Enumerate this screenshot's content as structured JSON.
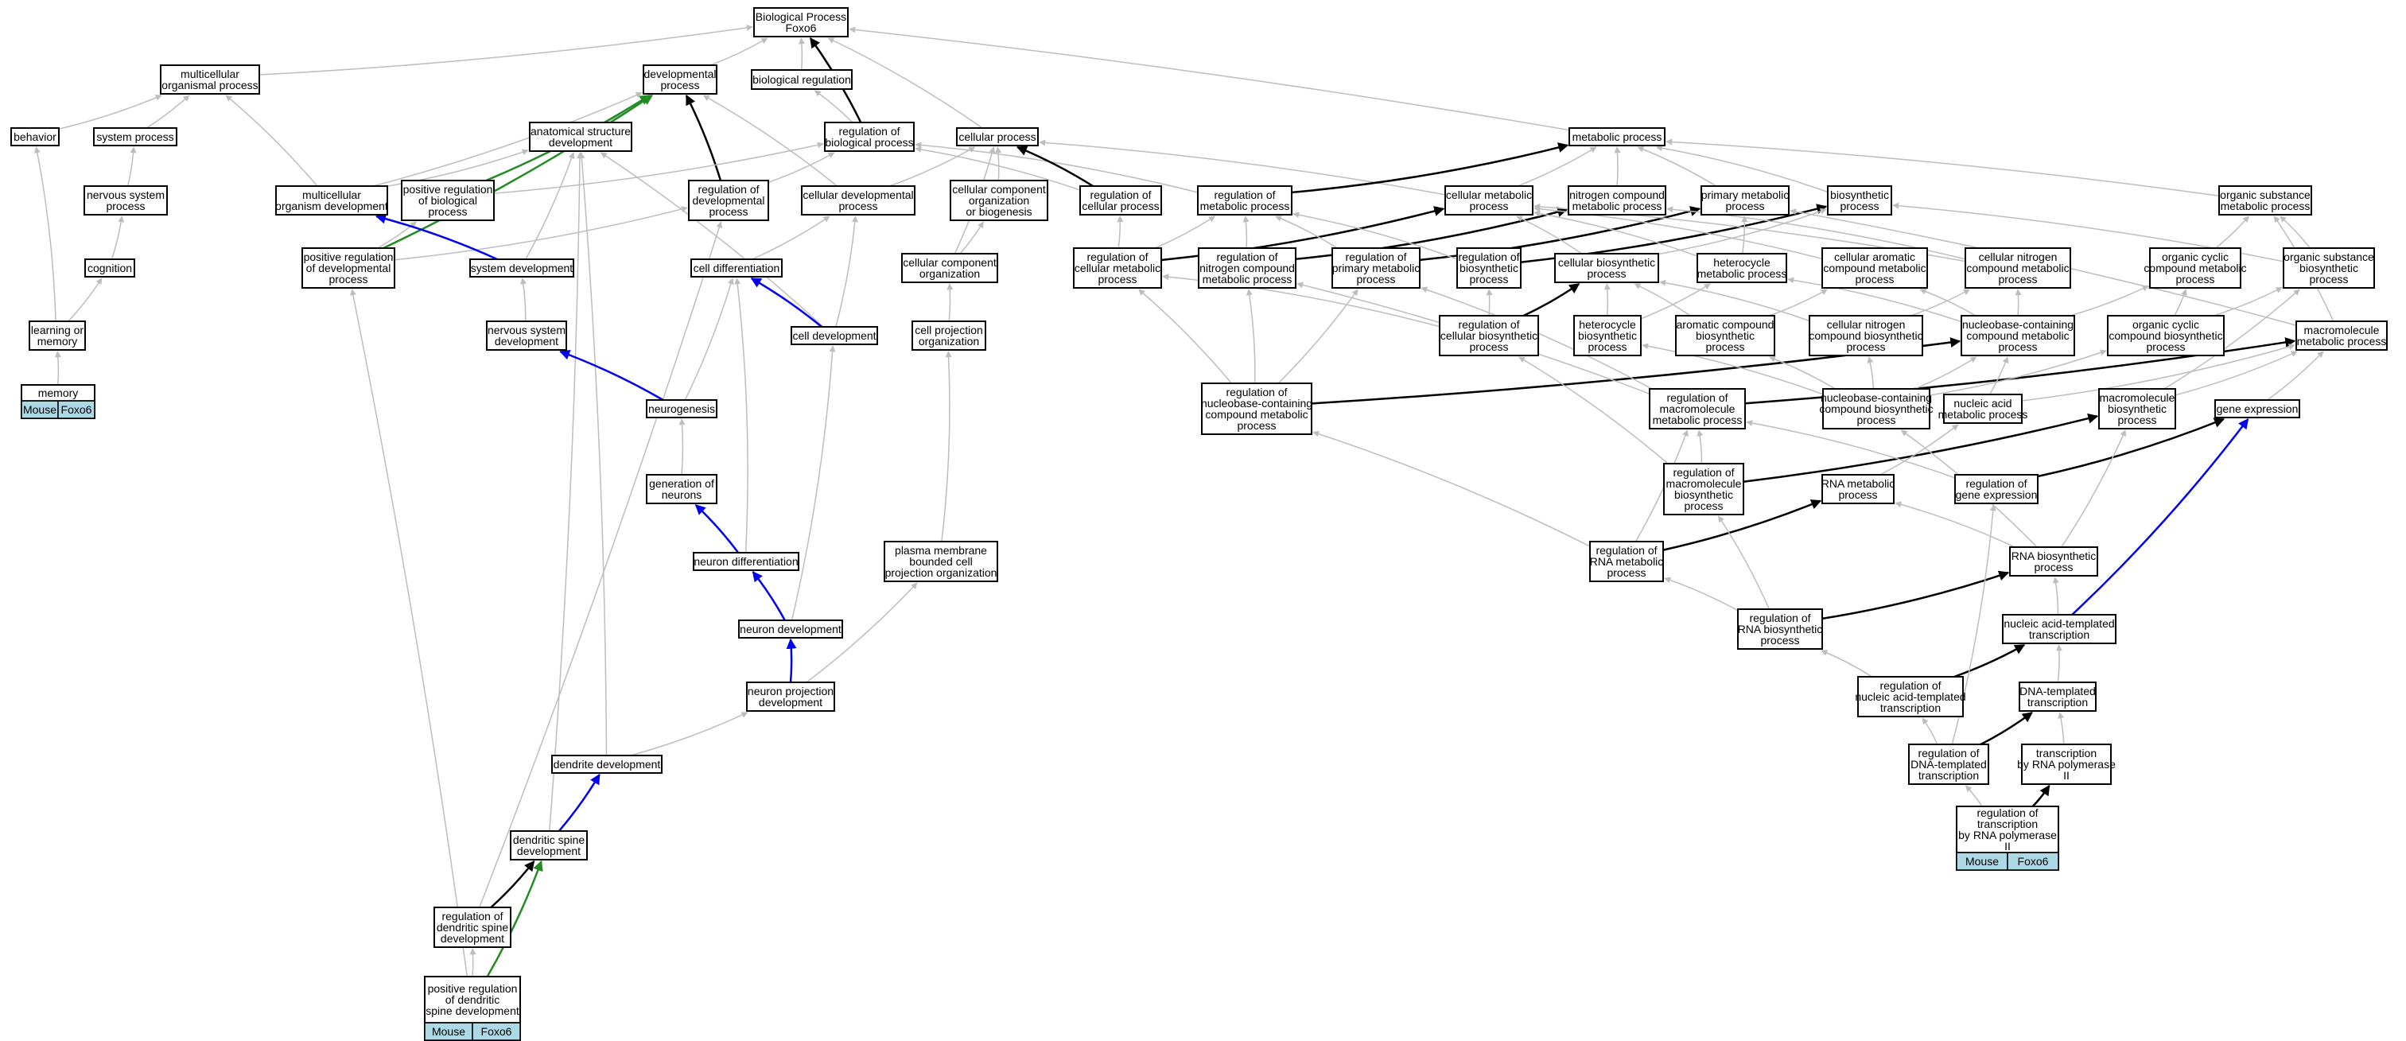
{
  "graph": {
    "colors": {
      "is_a": "#bdbdbd",
      "regulates": "#000000",
      "part_of": "#0000ee",
      "positively_regulates": "#228b22",
      "species_tag": "#add8e6"
    },
    "nodes": [
      {
        "id": "bp",
        "lines": [
          "Biological Process",
          "Foxo6"
        ]
      },
      {
        "id": "mop",
        "lines": [
          "multicellular",
          "organismal process"
        ]
      },
      {
        "id": "dev",
        "lines": [
          "developmental",
          "process"
        ]
      },
      {
        "id": "breg",
        "lines": [
          "biological regulation"
        ]
      },
      {
        "id": "beh",
        "lines": [
          "behavior"
        ]
      },
      {
        "id": "sysp",
        "lines": [
          "system process"
        ]
      },
      {
        "id": "asd",
        "lines": [
          "anatomical structure",
          "development"
        ]
      },
      {
        "id": "regbp",
        "lines": [
          "regulation of",
          "biological process"
        ]
      },
      {
        "id": "cp",
        "lines": [
          "cellular process"
        ]
      },
      {
        "id": "metp",
        "lines": [
          "metabolic process"
        ]
      },
      {
        "id": "nsp",
        "lines": [
          "nervous system",
          "process"
        ]
      },
      {
        "id": "mod",
        "lines": [
          "multicellular",
          "organism development"
        ]
      },
      {
        "id": "prbp",
        "lines": [
          "positive regulation",
          "of biological",
          "process"
        ]
      },
      {
        "id": "regdev",
        "lines": [
          "regulation of",
          "developmental",
          "process"
        ]
      },
      {
        "id": "cdp",
        "lines": [
          "cellular developmental",
          "process"
        ]
      },
      {
        "id": "ccob",
        "lines": [
          "cellular component",
          "organization",
          "or biogenesis"
        ]
      },
      {
        "id": "regcp",
        "lines": [
          "regulation of",
          "cellular process"
        ]
      },
      {
        "id": "regmet",
        "lines": [
          "regulation of",
          "metabolic process"
        ]
      },
      {
        "id": "cmp",
        "lines": [
          "cellular metabolic",
          "process"
        ]
      },
      {
        "id": "ncmp",
        "lines": [
          "nitrogen compound",
          "metabolic process"
        ]
      },
      {
        "id": "pmp",
        "lines": [
          "primary metabolic",
          "process"
        ]
      },
      {
        "id": "biop",
        "lines": [
          "biosynthetic",
          "process"
        ]
      },
      {
        "id": "osmp",
        "lines": [
          "organic substance",
          "metabolic process"
        ]
      },
      {
        "id": "cog",
        "lines": [
          "cognition"
        ]
      },
      {
        "id": "prdp",
        "lines": [
          "positive regulation",
          "of developmental",
          "process"
        ]
      },
      {
        "id": "sysdev",
        "lines": [
          "system development"
        ]
      },
      {
        "id": "celldiff",
        "lines": [
          "cell differentiation"
        ]
      },
      {
        "id": "cco",
        "lines": [
          "cellular component",
          "organization"
        ]
      },
      {
        "id": "regcmp",
        "lines": [
          "regulation of",
          "cellular metabolic",
          "process"
        ]
      },
      {
        "id": "regncmp",
        "lines": [
          "regulation of",
          "nitrogen compound",
          "metabolic process"
        ]
      },
      {
        "id": "regpmp",
        "lines": [
          "regulation of",
          "primary metabolic",
          "process"
        ]
      },
      {
        "id": "regbiop",
        "lines": [
          "regulation of",
          "biosynthetic",
          "process"
        ]
      },
      {
        "id": "cbp",
        "lines": [
          "cellular biosynthetic",
          "process"
        ]
      },
      {
        "id": "hmp",
        "lines": [
          "heterocycle",
          "metabolic process"
        ]
      },
      {
        "id": "cacmp",
        "lines": [
          "cellular aromatic",
          "compound metabolic",
          "process"
        ]
      },
      {
        "id": "cncmp",
        "lines": [
          "cellular nitrogen",
          "compound metabolic",
          "process"
        ]
      },
      {
        "id": "occmp",
        "lines": [
          "organic cyclic",
          "compound metabolic",
          "process"
        ]
      },
      {
        "id": "osbp",
        "lines": [
          "organic substance",
          "biosynthetic",
          "process"
        ]
      },
      {
        "id": "lm",
        "lines": [
          "learning or",
          "memory"
        ]
      },
      {
        "id": "nsd",
        "lines": [
          "nervous system",
          "development"
        ]
      },
      {
        "id": "celldev",
        "lines": [
          "cell development"
        ]
      },
      {
        "id": "cpo",
        "lines": [
          "cell projection",
          "organization"
        ]
      },
      {
        "id": "regcbp",
        "lines": [
          "regulation of",
          "cellular biosynthetic",
          "process"
        ]
      },
      {
        "id": "hbp",
        "lines": [
          "heterocycle",
          "biosynthetic",
          "process"
        ]
      },
      {
        "id": "acbp",
        "lines": [
          "aromatic compound",
          "biosynthetic",
          "process"
        ]
      },
      {
        "id": "cncbp",
        "lines": [
          "cellular nitrogen",
          "compound biosynthetic",
          "process"
        ]
      },
      {
        "id": "nbcmp",
        "lines": [
          "nucleobase-containing",
          "compound metabolic",
          "process"
        ]
      },
      {
        "id": "occbp",
        "lines": [
          "organic cyclic",
          "compound biosynthetic",
          "process"
        ]
      },
      {
        "id": "mmp",
        "lines": [
          "macromolecule",
          "metabolic process"
        ]
      },
      {
        "id": "mem",
        "lines": [
          "memory"
        ],
        "tag": true
      },
      {
        "id": "neurog",
        "lines": [
          "neurogenesis"
        ]
      },
      {
        "id": "regnbcmp",
        "lines": [
          "regulation of",
          "nucleobase-containing",
          "compound metabolic",
          "process"
        ]
      },
      {
        "id": "regmmp",
        "lines": [
          "regulation of",
          "macromolecule",
          "metabolic process"
        ]
      },
      {
        "id": "nbccbp",
        "lines": [
          "nucleobase-containing",
          "compound biosynthetic",
          "process"
        ]
      },
      {
        "id": "namp",
        "lines": [
          "nucleic acid",
          "metabolic process"
        ]
      },
      {
        "id": "mbp",
        "lines": [
          "macromolecule",
          "biosynthetic",
          "process"
        ]
      },
      {
        "id": "geneexp",
        "lines": [
          "gene expression"
        ]
      },
      {
        "id": "genneur",
        "lines": [
          "generation of",
          "neurons"
        ]
      },
      {
        "id": "regmbp",
        "lines": [
          "regulation of",
          "macromolecule",
          "biosynthetic",
          "process"
        ]
      },
      {
        "id": "rnamp",
        "lines": [
          "RNA metabolic",
          "process"
        ]
      },
      {
        "id": "reggene",
        "lines": [
          "regulation of",
          "gene expression"
        ]
      },
      {
        "id": "neurdiff",
        "lines": [
          "neuron differentiation"
        ]
      },
      {
        "id": "pmbcp",
        "lines": [
          "plasma membrane",
          "bounded cell",
          "projection organization"
        ]
      },
      {
        "id": "regrnamp",
        "lines": [
          "regulation of",
          "RNA metabolic",
          "process"
        ]
      },
      {
        "id": "rnabp",
        "lines": [
          "RNA biosynthetic",
          "process"
        ]
      },
      {
        "id": "neurdev",
        "lines": [
          "neuron development"
        ]
      },
      {
        "id": "regrnabp",
        "lines": [
          "regulation of",
          "RNA biosynthetic",
          "process"
        ]
      },
      {
        "id": "natt",
        "lines": [
          "nucleic acid-templated",
          "transcription"
        ]
      },
      {
        "id": "npd",
        "lines": [
          "neuron projection",
          "development"
        ]
      },
      {
        "id": "regnatt",
        "lines": [
          "regulation of",
          "nucleic acid-templated",
          "transcription"
        ]
      },
      {
        "id": "dtt",
        "lines": [
          "DNA-templated",
          "transcription"
        ]
      },
      {
        "id": "dendev",
        "lines": [
          "dendrite development"
        ]
      },
      {
        "id": "regdtt",
        "lines": [
          "regulation of",
          "DNA-templated",
          "transcription"
        ]
      },
      {
        "id": "trnap2",
        "lines": [
          "transcription",
          "by RNA polymerase",
          "II"
        ]
      },
      {
        "id": "dsd",
        "lines": [
          "dendritic spine",
          "development"
        ]
      },
      {
        "id": "regtrnap2",
        "lines": [
          "regulation of",
          "transcription",
          "by RNA polymerase",
          "II"
        ],
        "tag": true
      },
      {
        "id": "regdsd",
        "lines": [
          "regulation of",
          "dendritic spine",
          "development"
        ]
      },
      {
        "id": "prdsd",
        "lines": [
          "positive regulation",
          "of dendritic",
          "spine development"
        ],
        "tag": true
      }
    ],
    "tag_labels": [
      "Mouse",
      "Foxo6"
    ]
  }
}
